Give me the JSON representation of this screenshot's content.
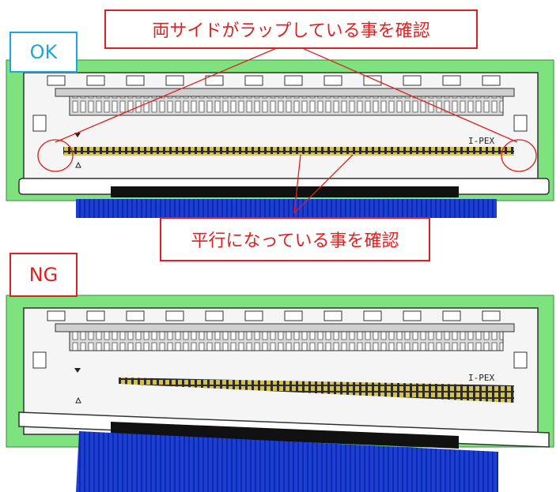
{
  "ok_badge": {
    "text": "OK",
    "border_color": "#1aa7e0",
    "text_color": "#1aa7e0"
  },
  "ng_badge": {
    "text": "NG",
    "border_color": "#e02020",
    "text_color": "#e02020"
  },
  "callout_top": {
    "text": "両サイドがラップしている事を確認",
    "color": "#e02020"
  },
  "callout_mid": {
    "text": "平行になっている事を確認",
    "color": "#e02020"
  },
  "connector": {
    "brand_text": "I-PEX",
    "body_color": "#7ee27e",
    "cable_color": "#1c3fd6"
  }
}
